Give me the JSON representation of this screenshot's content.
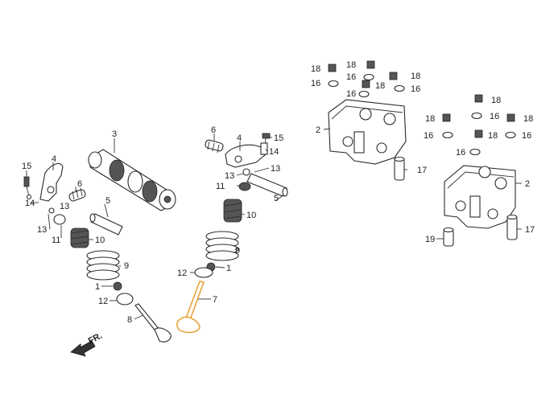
{
  "front_arrow": {
    "text": "FR."
  },
  "callouts": [
    "1",
    "2",
    "3",
    "4",
    "5",
    "6",
    "7",
    "8",
    "9",
    "10",
    "11",
    "12",
    "13",
    "14",
    "15",
    "16",
    "17",
    "18",
    "19"
  ],
  "highlight_color": "#e8a33a"
}
